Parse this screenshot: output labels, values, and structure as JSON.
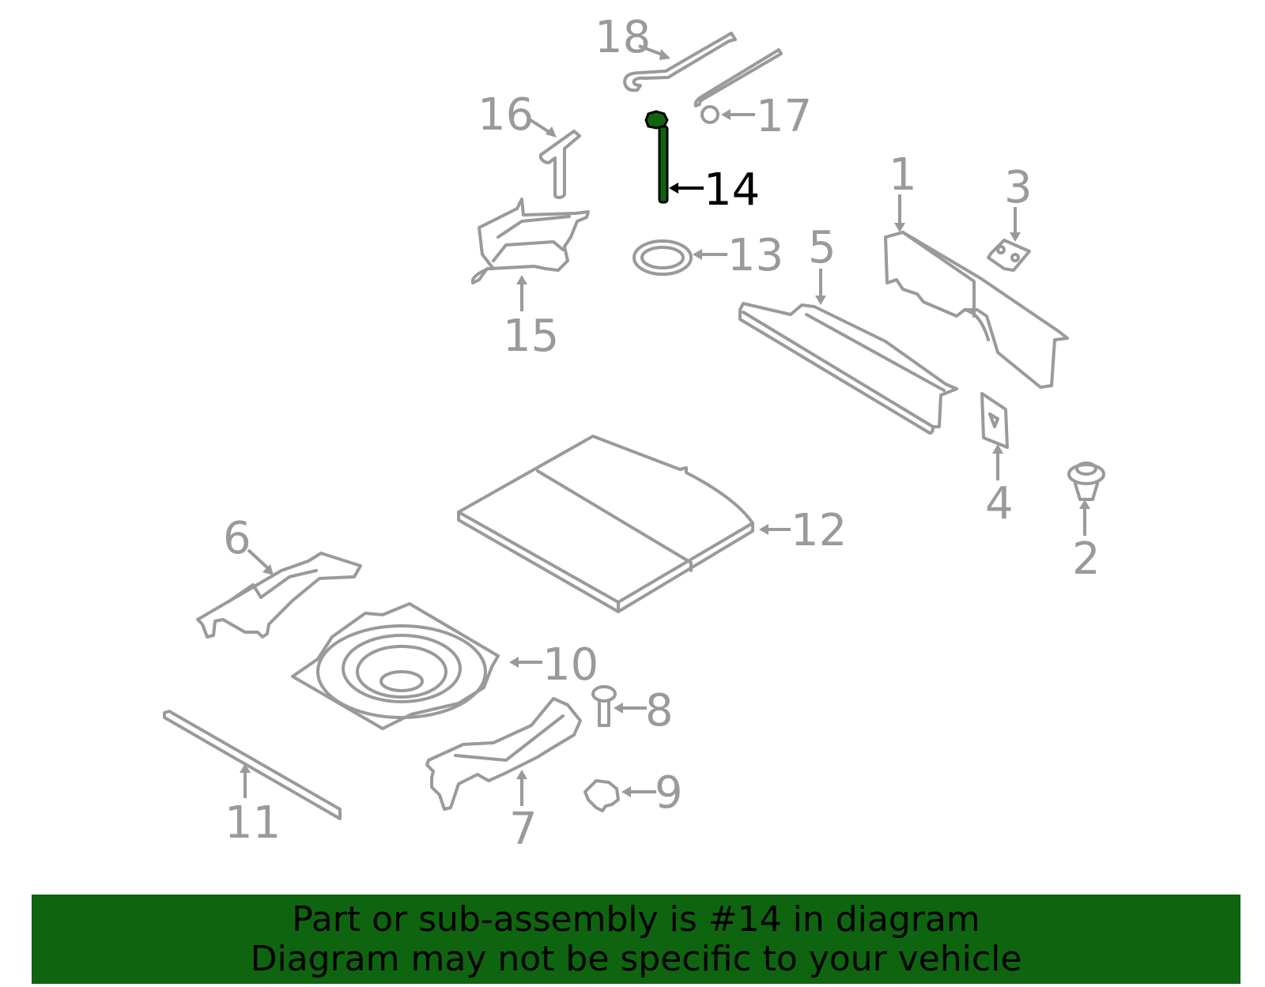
{
  "diagram": {
    "highlight_color": "#0f6410",
    "part_color": "#9a9a9a",
    "highlighted_part": "14",
    "callouts": [
      {
        "id": "1",
        "label": "1"
      },
      {
        "id": "2",
        "label": "2"
      },
      {
        "id": "3",
        "label": "3"
      },
      {
        "id": "4",
        "label": "4"
      },
      {
        "id": "5",
        "label": "5"
      },
      {
        "id": "6",
        "label": "6"
      },
      {
        "id": "7",
        "label": "7"
      },
      {
        "id": "8",
        "label": "8"
      },
      {
        "id": "9",
        "label": "9"
      },
      {
        "id": "10",
        "label": "10"
      },
      {
        "id": "11",
        "label": "11"
      },
      {
        "id": "12",
        "label": "12"
      },
      {
        "id": "13",
        "label": "13"
      },
      {
        "id": "14",
        "label": "14"
      },
      {
        "id": "15",
        "label": "15"
      },
      {
        "id": "16",
        "label": "16"
      },
      {
        "id": "17",
        "label": "17"
      },
      {
        "id": "18",
        "label": "18"
      }
    ]
  },
  "banner": {
    "background": "#0f6410",
    "line1": "Part or sub-assembly is #14 in diagram",
    "line2": "Diagram may not be specific to your vehicle"
  }
}
